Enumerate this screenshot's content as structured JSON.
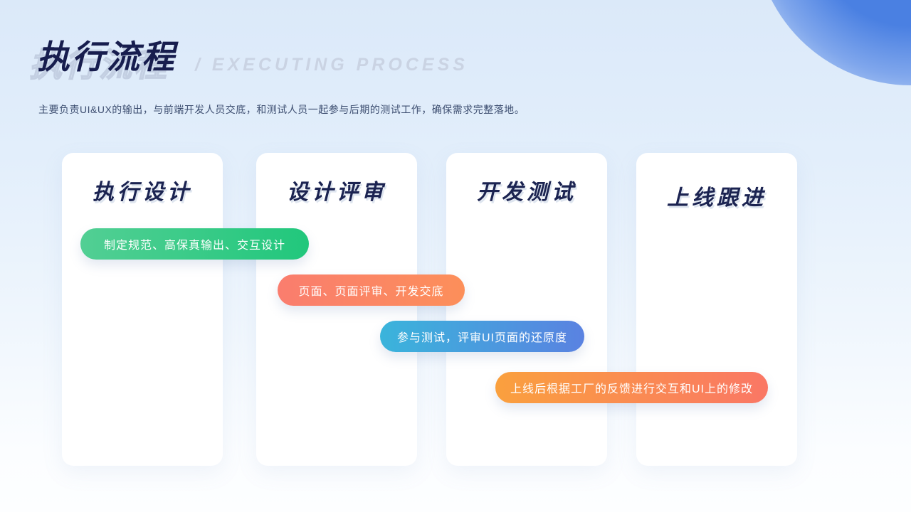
{
  "page": {
    "title": "执行流程",
    "subtitle_en": "/ EXECUTING PROCESS",
    "description": "主要负责UI&UX的输出，与前端开发人员交底，和测试人员一起参与后期的测试工作，确保需求完整落地。"
  },
  "columns": [
    {
      "title": "执行设计"
    },
    {
      "title": "设计评审"
    },
    {
      "title": "开发测试"
    },
    {
      "title": "上线跟进"
    }
  ],
  "pills": [
    {
      "label": "制定规范、高保真输出、交互设计",
      "gradient_from": "#52CF94",
      "gradient_to": "#21C77C",
      "column": "执行设计"
    },
    {
      "label": "页面、页面评审、开发交底",
      "gradient_from": "#FA7D6E",
      "gradient_to": "#FC8F5A",
      "column": "设计评审"
    },
    {
      "label": "参与测试，评审UI页面的还原度",
      "gradient_from": "#3AB4DB",
      "gradient_to": "#5A82E1",
      "column": "开发测试"
    },
    {
      "label": "上线后根据工厂的反馈进行交互和UI上的修改",
      "gradient_from": "#FAA03E",
      "gradient_to": "#FA7765",
      "column": "上线跟进"
    }
  ],
  "colors": {
    "background_top": "#dbe9f9",
    "background_bottom": "#fdfeff",
    "corner_decoration_blue": "#4a80e2",
    "title": "#171d4e",
    "title_ghost_outline": "#c3cfe2",
    "subtitle_en": "#cad3e3",
    "description": "#3d4e70",
    "card_background": "#ffffff",
    "card_title": "#1b2351",
    "pill_text": "#ffffff"
  }
}
